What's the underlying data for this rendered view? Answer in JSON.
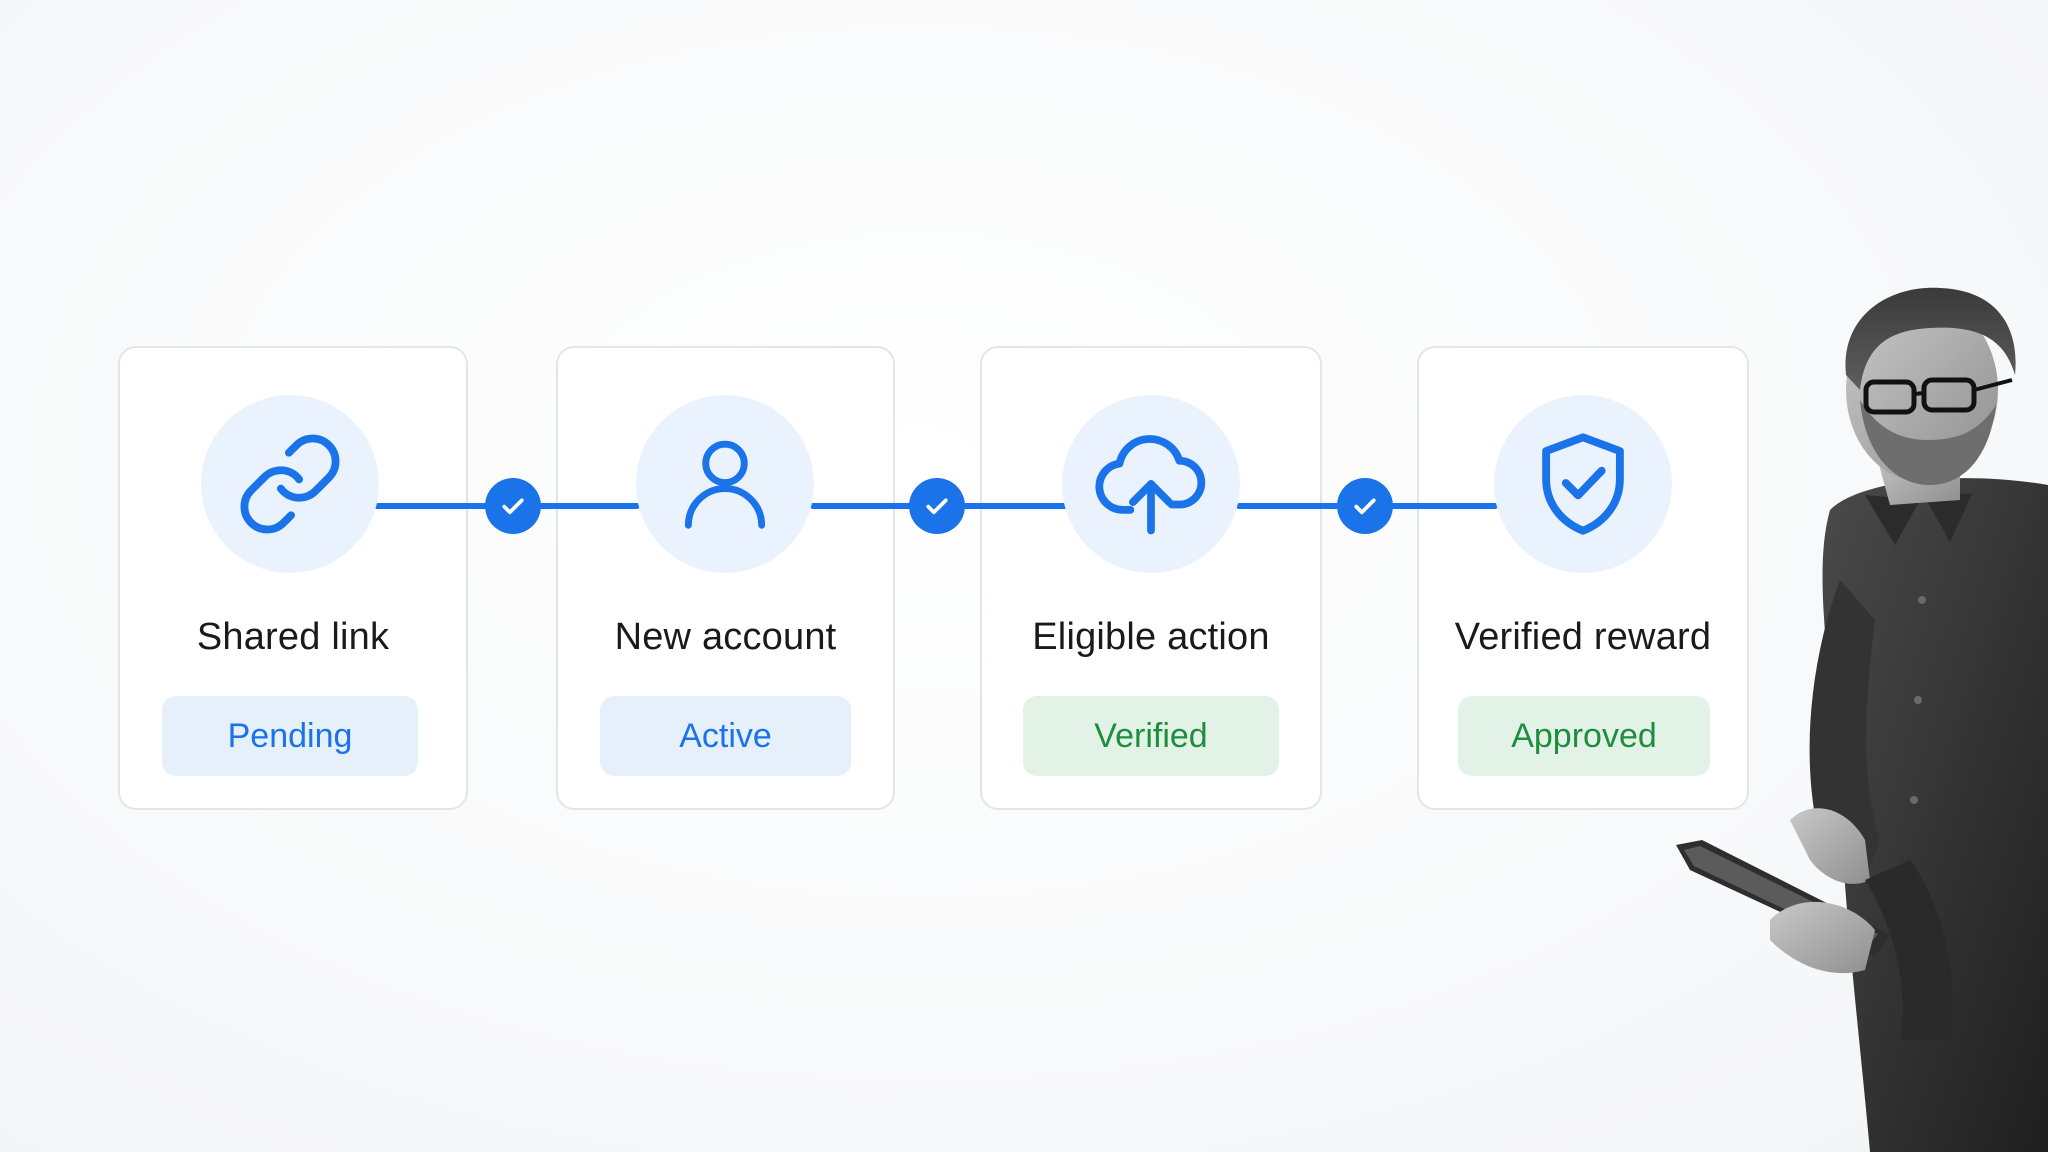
{
  "steps": [
    {
      "label": "Shared link",
      "status": "Pending",
      "status_tone": "blue",
      "icon": "link-icon"
    },
    {
      "label": "New account",
      "status": "Active",
      "status_tone": "blue",
      "icon": "user-icon"
    },
    {
      "label": "Eligible action",
      "status": "Verified",
      "status_tone": "green",
      "icon": "cloud-upload-icon"
    },
    {
      "label": "Verified reward",
      "status": "Approved",
      "status_tone": "green",
      "icon": "shield-check-icon"
    }
  ],
  "connectors": [
    {
      "icon": "check-icon",
      "state": "complete"
    },
    {
      "icon": "check-icon",
      "state": "complete"
    },
    {
      "icon": "check-icon",
      "state": "complete"
    }
  ],
  "colors": {
    "accent_blue": "#1a73e8",
    "badge_blue_bg": "#e6f0fb",
    "success_green": "#1e8e3e",
    "badge_green_bg": "#e3f2e6",
    "icon_circle_bg": "#eaf2fd"
  },
  "photo": {
    "subject": "person-with-tablet"
  }
}
